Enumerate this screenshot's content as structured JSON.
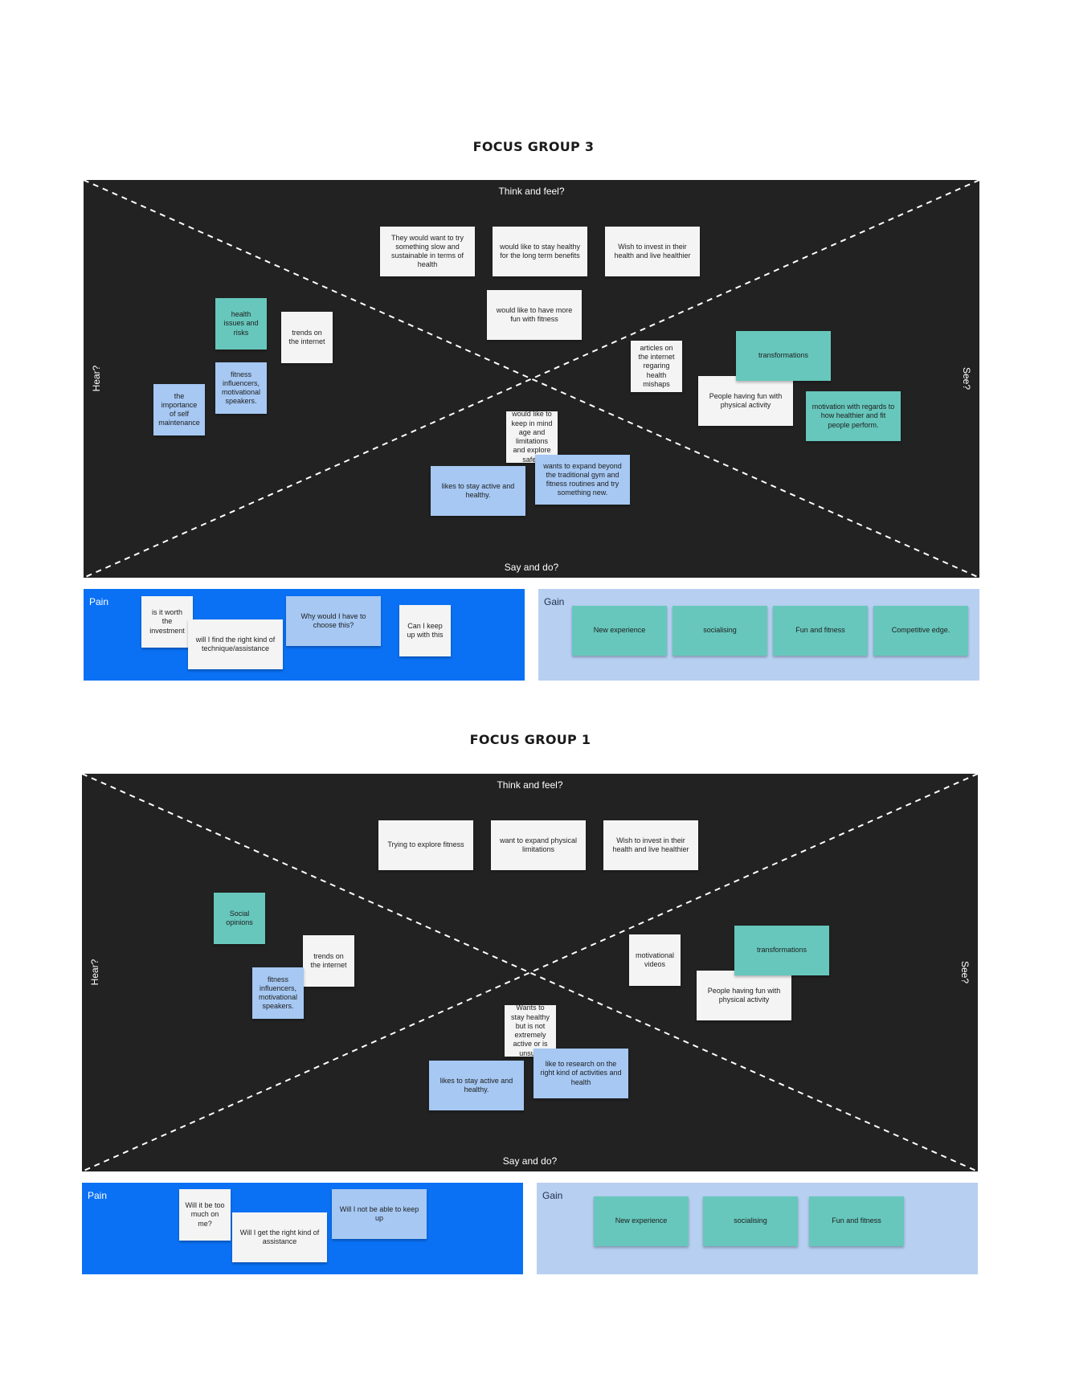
{
  "groups": [
    {
      "title": "FOCUS GROUP 3",
      "quadrants": {
        "top": "Think and feel?",
        "bottom": "Say and do?",
        "left": "Hear?",
        "right": "See?"
      },
      "think_notes": [
        "They would want to try something slow and sustainable in terms of health",
        "would like to stay healthy for the long term benefits",
        "Wish to invest in their health and live healthier",
        "would like to have more fun with fitness"
      ],
      "hear_notes": [
        "health issues and risks",
        "trends on the internet",
        "fitness influencers, motivational speakers.",
        "the importance of self maintenance"
      ],
      "see_notes": [
        "articles on the internet regaring health mishaps",
        "transformations",
        "People having fun with physical activity",
        "motivation with regards to how healthier and fit people perform."
      ],
      "say_notes": [
        "would like to keep in mind age and limitations and explore safely",
        "wants to expand beyond the traditional gym and fitness routines and try something new.",
        "likes to stay active and healthy."
      ],
      "pain_label": "Pain",
      "pain_notes": [
        "is it worth the investment",
        "will I find the right kind of technique/assistance",
        "Why would I have to choose this?",
        "Can I keep up with this"
      ],
      "gain_label": "Gain",
      "gain_notes": [
        "New experience",
        "socialising",
        "Fun and fitness",
        "Competitive edge."
      ]
    },
    {
      "title": "FOCUS GROUP 1",
      "quadrants": {
        "top": "Think and feel?",
        "bottom": "Say and do?",
        "left": "Hear?",
        "right": "See?"
      },
      "think_notes": [
        "Trying to explore fitness",
        "want to expand physical limitations",
        "Wish to invest in their health and live healthier"
      ],
      "hear_notes": [
        "Social opinions",
        "trends on the internet",
        "fitness influencers, motivational speakers."
      ],
      "see_notes": [
        "motivational videos",
        "transformations",
        "People having fun with physical activity"
      ],
      "say_notes": [
        "Wants to stay healthy but is not extremely active or is unsure",
        "like to research on the right kind of activities and health",
        "likes to stay active and healthy."
      ],
      "pain_label": "Pain",
      "pain_notes": [
        "Will it be too much on me?",
        "Will I get the right kind of assistance",
        "Will I not be able to keep up"
      ],
      "gain_label": "Gain",
      "gain_notes": [
        "New experience",
        "socialising",
        "Fun and fitness"
      ]
    }
  ]
}
